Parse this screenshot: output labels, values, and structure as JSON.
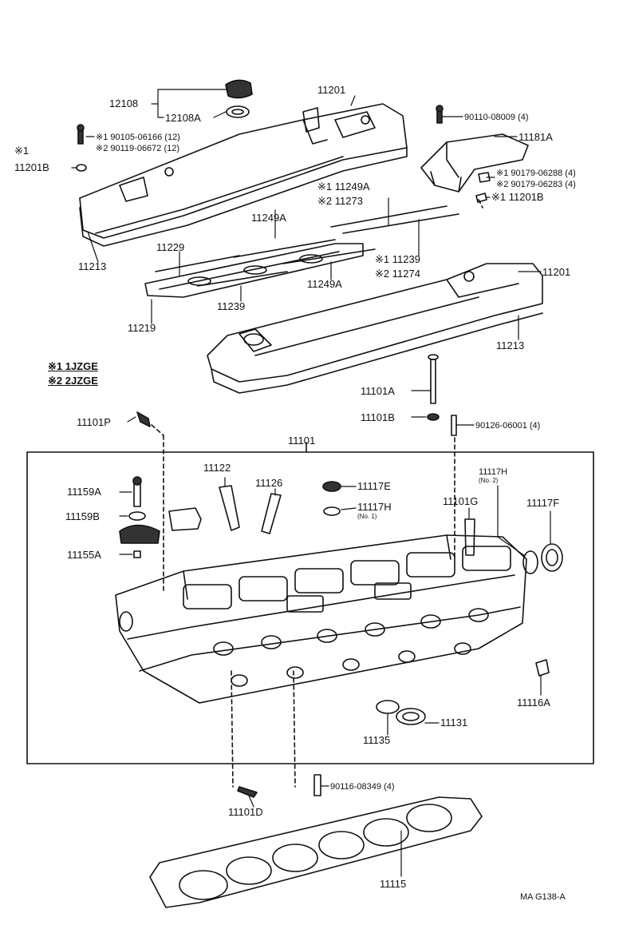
{
  "diagram_code": "MA G138-A",
  "legend": {
    "k1_mark": "※1",
    "k1_engine": "1JZGE",
    "k2_mark": "※2",
    "k2_engine": "2JZGE"
  },
  "labels": {
    "p12108": "12108",
    "p12108A": "12108A",
    "p11201_top": "11201",
    "p90110": "90110-08009 (4)",
    "p11181A": "11181A",
    "p90105": "※1 90105-06166 (12)",
    "p90119": "※2 90119-06672 (12)",
    "k1_left": "※1",
    "p11201B_left": "11201B",
    "p90179_1": "※1 90179-06288 (4)",
    "p90179_2": "※2 90179-06283 (4)",
    "p11201B_right": "※1 11201B",
    "p11249A_k1": "※1 11249A",
    "p11273_k2": "※2 11273",
    "p11249A_mid": "11249A",
    "p11213_left": "11213",
    "p11229": "11229",
    "p11239_k1": "※1 11239",
    "p11274_k2": "※2 11274",
    "p11201_right": "11201",
    "p11249A_low": "11249A",
    "p11239": "11239",
    "p11219": "11219",
    "p11213_right": "11213",
    "p11101A": "11101A",
    "p11101P": "11101P",
    "p11101B": "11101B",
    "p90126": "90126-06001 (4)",
    "p11101": "11101",
    "p11122": "11122",
    "p11126": "11126",
    "p11117H_no2": "11117H",
    "no2": "(No. 2)",
    "p11159A": "11159A",
    "p11117E": "11117E",
    "p11117F": "11117F",
    "p11117H_no1": "11117H",
    "no1": "(No. 1)",
    "p11101G": "11101G",
    "p11159B": "11159B",
    "p11155A": "11155A",
    "p11116A": "11116A",
    "p11131": "11131",
    "p11135": "11135",
    "p90116": "90116-08349 (4)",
    "p11101D": "11101D",
    "p11115": "11115"
  }
}
